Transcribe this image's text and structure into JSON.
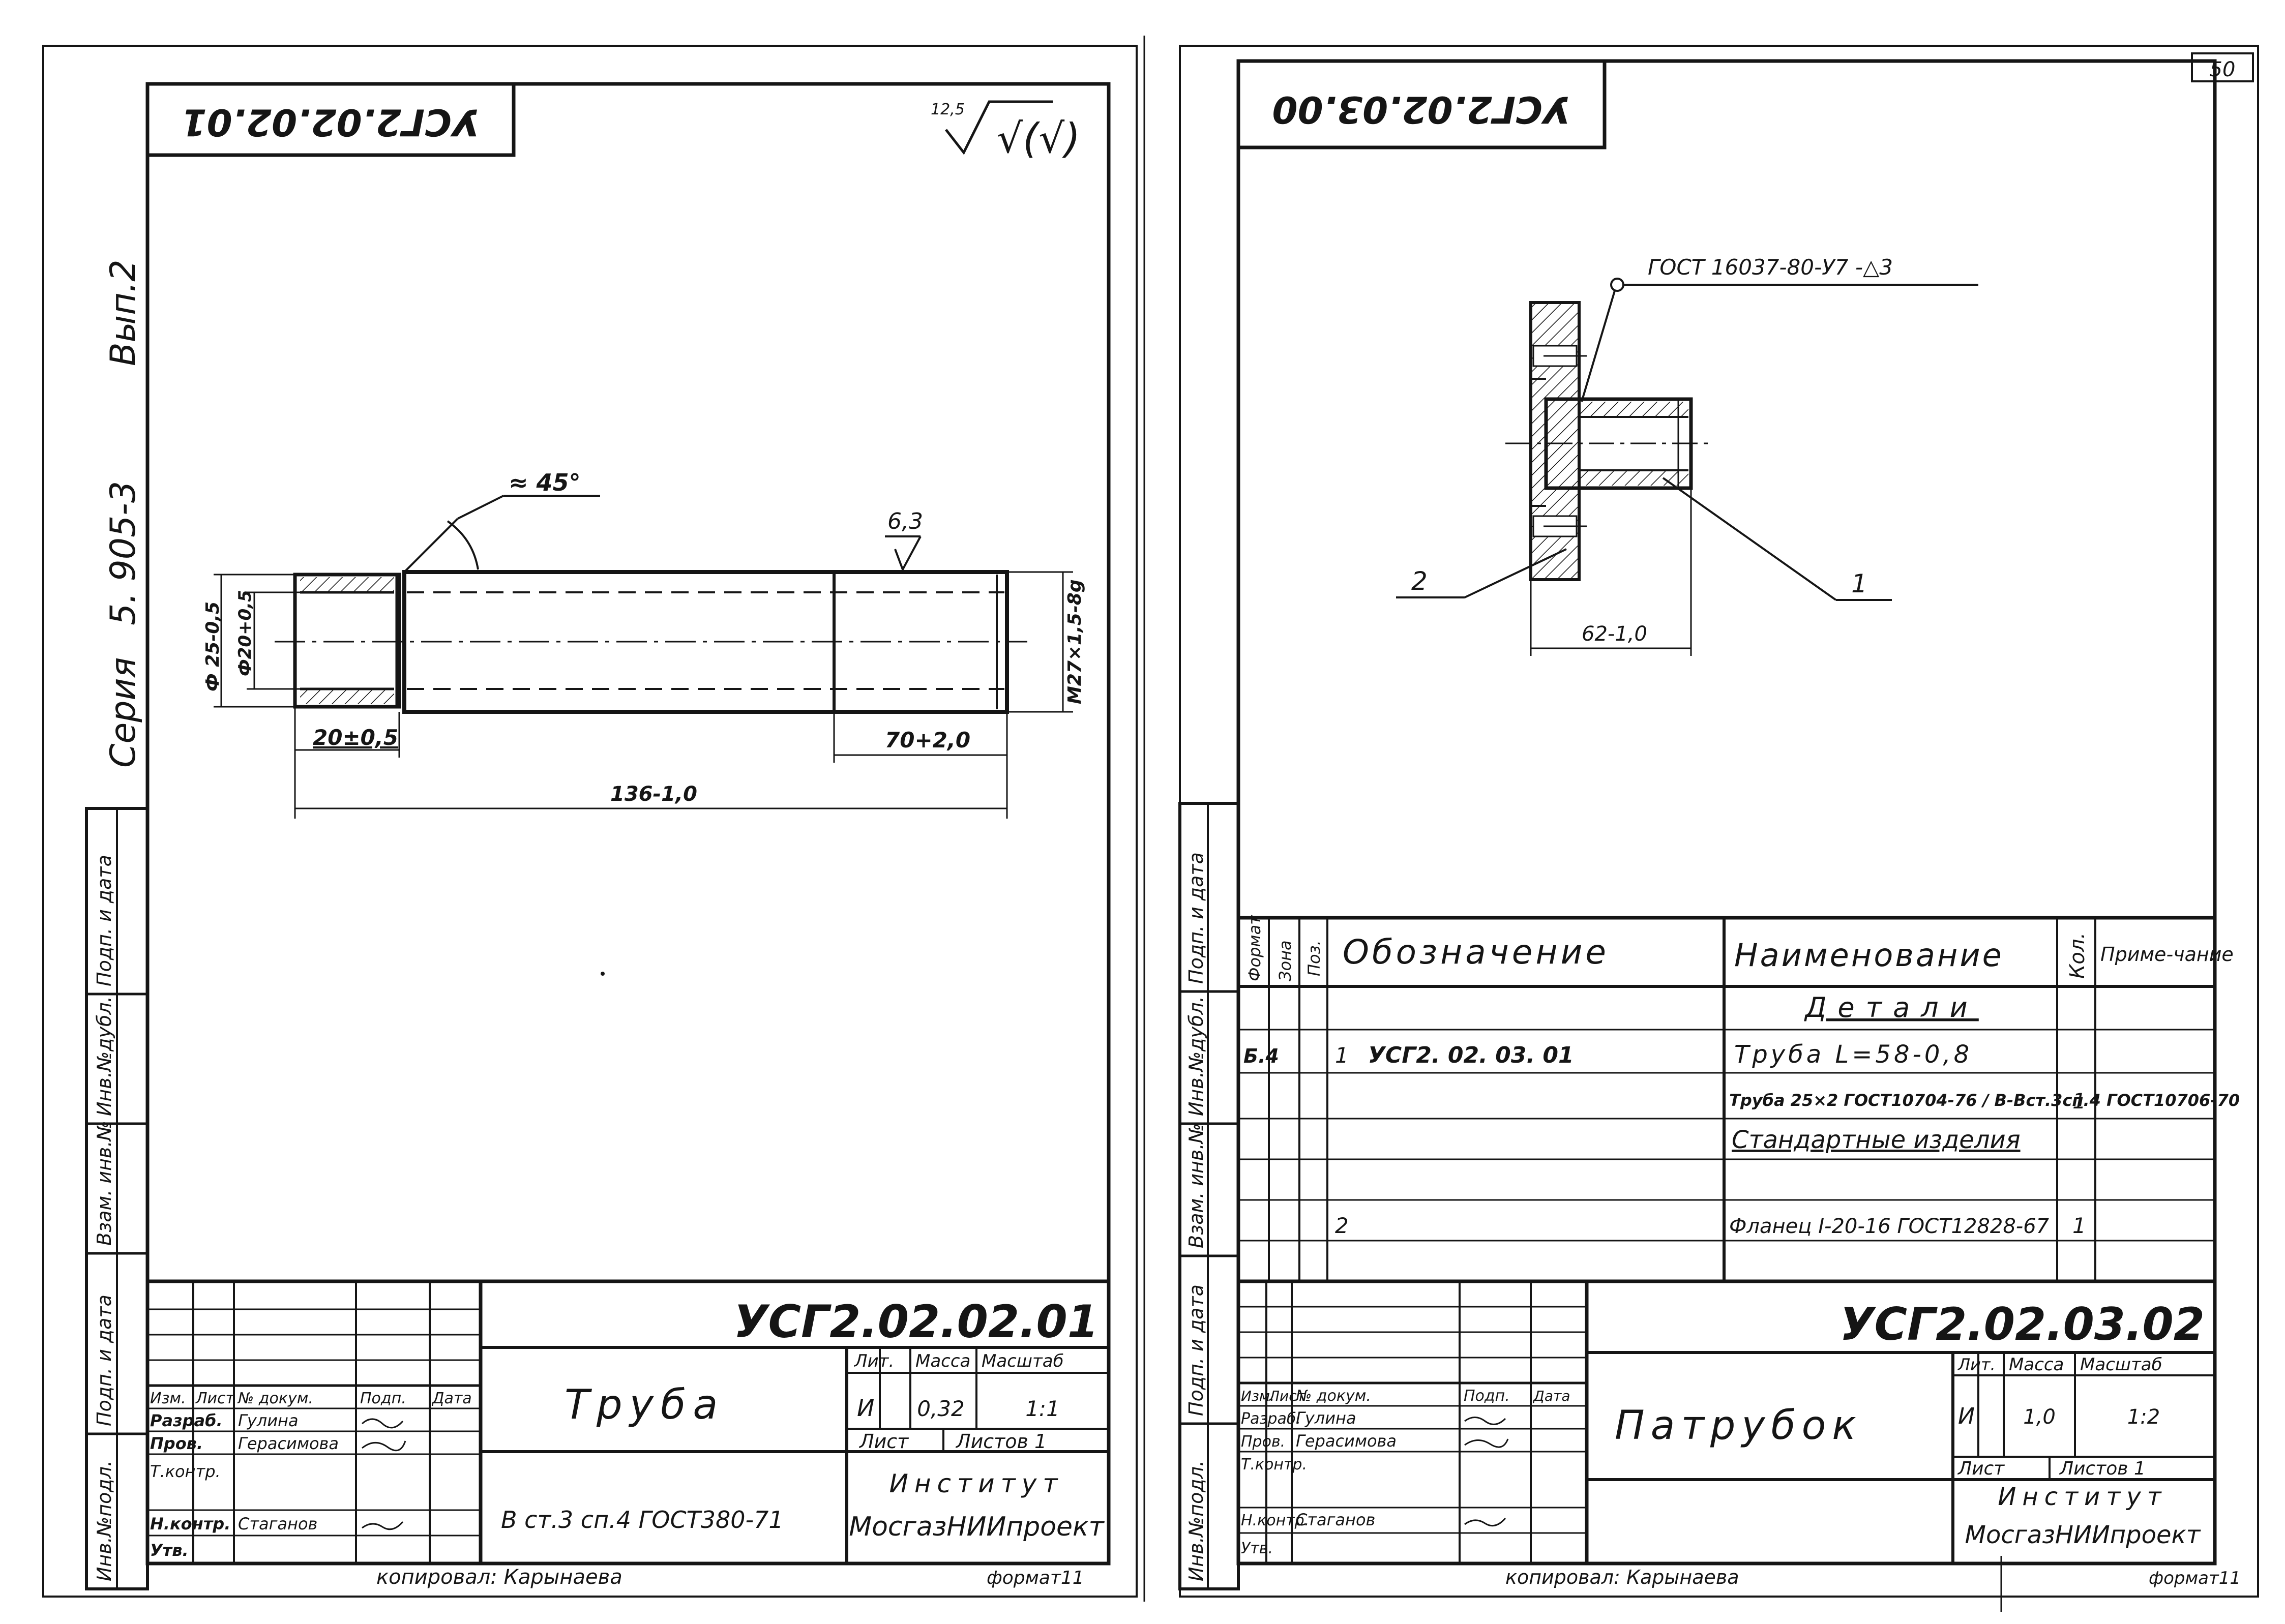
{
  "page_number": "50",
  "series": {
    "seria": "Серия",
    "number": "5. 905-3",
    "vyp": "Вып.2"
  },
  "sheet_left": {
    "stamp_rotated": "УСГ2.02.02.01",
    "roughness_value": "12,5",
    "roughness_symbol": "√(√)",
    "angle_label": "≈ 45°",
    "roughness_local": "6,3",
    "dim_outer_dia": "Ф 25-0,5",
    "dim_inner_dia": "Ф20+0,5",
    "dim_thread": "M27×1,5-8g",
    "dim_left_len": "20±0,5",
    "dim_right_len": "70+2,0",
    "dim_total_len": "136-1,0",
    "side_labels": [
      "Инв.№подл.",
      "Подп. и дата",
      "Взам. инв.№",
      "Инв.№дубл.",
      "Подп. и дата"
    ],
    "title_block": {
      "designation": "УСГ2.02.02.01",
      "name": "Труба",
      "material": "В ст.3 сп.4 ГОСТ380-71",
      "col_headers": [
        "Изм.",
        "Лист",
        "№ докум.",
        "Подп.",
        "Дата"
      ],
      "rows": [
        {
          "role": "Разраб.",
          "name": "Гулина"
        },
        {
          "role": "Пров.",
          "name": "Герасимова"
        },
        {
          "role": "Т.контр.",
          "name": ""
        },
        {
          "role": "Н.контр.",
          "name": "Стаганов"
        },
        {
          "role": "Утв.",
          "name": ""
        }
      ],
      "lit_label": "Лит.",
      "mass_label": "Масса",
      "scale_label": "Масштаб",
      "lit_value": "И",
      "mass_value": "0,32",
      "scale_value": "1:1",
      "sheet_label": "Лист",
      "sheets_label": "Листов 1",
      "org_line1": "Институт",
      "org_line2": "МосгазНИИпроект"
    },
    "copied": "копировал: Карынаева",
    "format": "формат11"
  },
  "sheet_right": {
    "stamp_rotated": "УСГ2.02.03.00",
    "weld_note": "ГОСТ 16037-80-У7 -△3",
    "callout_1": "1",
    "callout_2": "2",
    "dim_length": "62-1,0",
    "spec_headers": {
      "format": "Формат",
      "zone": "Зона",
      "pos": "Поз.",
      "designation": "Обозначение",
      "name": "Наименование",
      "qty": "Кол.",
      "note": "Приме-чание"
    },
    "spec_rows": [
      {
        "format": "",
        "pos": "",
        "designation": "",
        "name": "Детали",
        "qty": "",
        "section": true
      },
      {
        "format": "Б.4",
        "pos": "1",
        "designation": "УСГ2. 02. 03. 01",
        "name": "Труба  L=58-0,8",
        "qty": ""
      },
      {
        "format": "",
        "pos": "",
        "designation": "",
        "name": "Труба 25×2 ГОСТ10704-76 / В-Вст.3сп.4 ГОСТ10706-70",
        "qty": "1"
      },
      {
        "format": "",
        "pos": "",
        "designation": "",
        "name": "Стандартные изделия",
        "qty": "",
        "section": true
      },
      {
        "format": "",
        "pos": "2",
        "designation": "",
        "name": "Фланец I-20-16 ГОСТ12828-67",
        "qty": "1"
      }
    ],
    "title_block": {
      "designation": "УСГ2.02.03.02",
      "name": "Патрубок",
      "col_headers": [
        "Изм.",
        "Лист",
        "№ докум.",
        "Подп.",
        "Дата"
      ],
      "rows": [
        {
          "role": "Разраб.",
          "name": "Гулина"
        },
        {
          "role": "Пров.",
          "name": "Герасимова"
        },
        {
          "role": "Т.контр.",
          "name": ""
        },
        {
          "role": "Н.контр.",
          "name": "Стаганов"
        },
        {
          "role": "Утв.",
          "name": ""
        }
      ],
      "lit_label": "Лит.",
      "mass_label": "Масса",
      "scale_label": "Масштаб",
      "lit_value": "И",
      "mass_value": "1,0",
      "scale_value": "1:2",
      "sheet_label": "Лист",
      "sheets_label": "Листов 1",
      "org_line1": "Институт",
      "org_line2": "МосгазНИИпроект"
    },
    "copied": "копировал: Карынаева",
    "format": "формат11"
  }
}
